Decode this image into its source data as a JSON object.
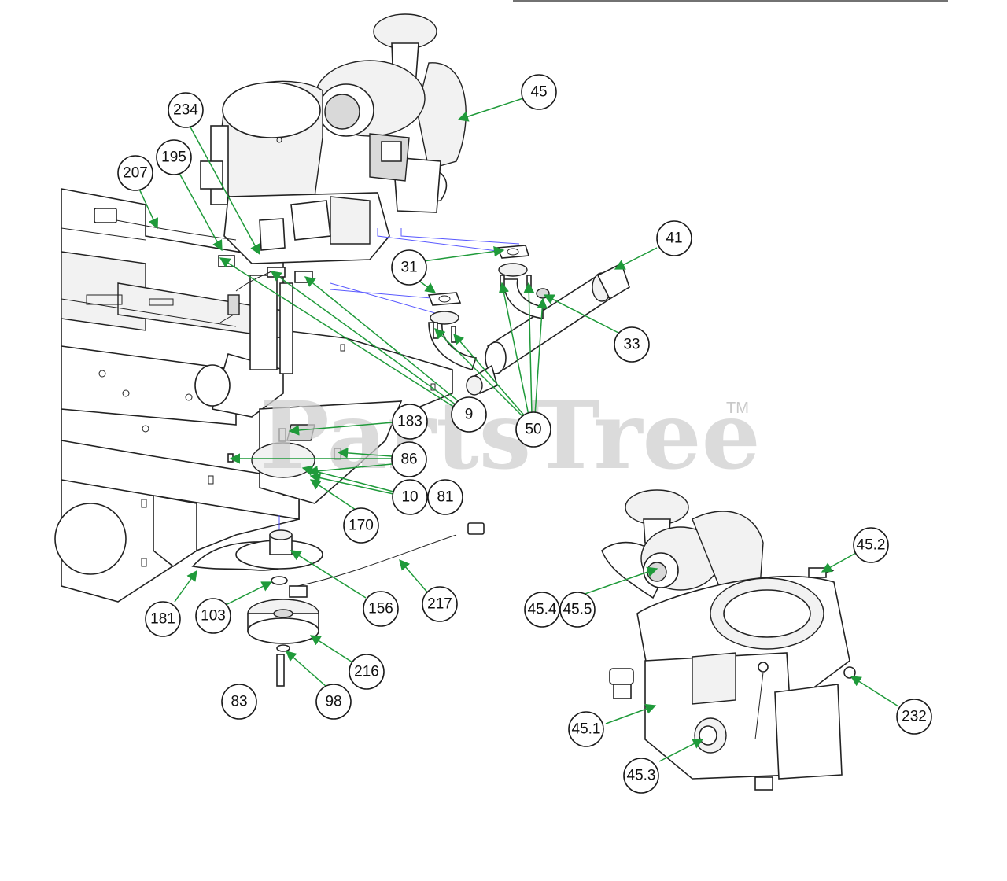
{
  "watermark": {
    "text": "PartsTree",
    "trademark": "TM"
  },
  "colors": {
    "leader": "#1f9a3a",
    "alignment": "#5a5aff",
    "outline": "#222222"
  },
  "callouts": [
    {
      "label": "45"
    },
    {
      "label": "234"
    },
    {
      "label": "195"
    },
    {
      "label": "207"
    },
    {
      "label": "41"
    },
    {
      "label": "31"
    },
    {
      "label": "33"
    },
    {
      "label": "9"
    },
    {
      "label": "50"
    },
    {
      "label": "183"
    },
    {
      "label": "86"
    },
    {
      "label": "10"
    },
    {
      "label": "81"
    },
    {
      "label": "170"
    },
    {
      "label": "181"
    },
    {
      "label": "103"
    },
    {
      "label": "156"
    },
    {
      "label": "217"
    },
    {
      "label": "216"
    },
    {
      "label": "83"
    },
    {
      "label": "98"
    },
    {
      "label": "45.2"
    },
    {
      "label": "45.4"
    },
    {
      "label": "45.5"
    },
    {
      "label": "232"
    },
    {
      "label": "45.1"
    },
    {
      "label": "45.3"
    }
  ]
}
